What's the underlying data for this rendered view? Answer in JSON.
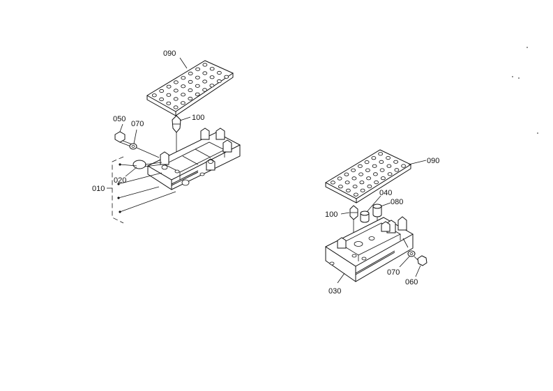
{
  "labels": {
    "left_plate": "090",
    "left_fitting": "100",
    "left_bolt": "050",
    "left_washer": "070",
    "left_assembly": "010",
    "left_pin": "020",
    "right_plate": "090",
    "right_bushing_a": "040",
    "right_bushing_b": "080",
    "right_fitting": "100",
    "right_base": "030",
    "right_washer": "070",
    "right_bolt": "060"
  }
}
